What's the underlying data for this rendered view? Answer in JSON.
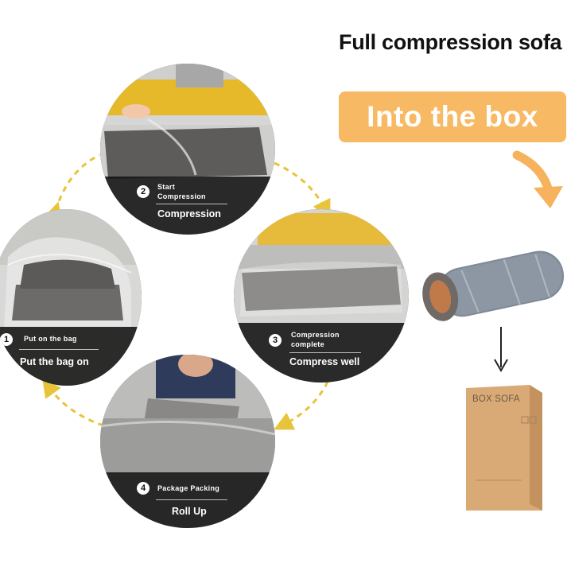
{
  "header": {
    "title": "Full compression sofa",
    "banner": "Into the box"
  },
  "steps": [
    {
      "number": "1",
      "small_label": "Put on the bag",
      "caption": "Put the bag on"
    },
    {
      "number": "2",
      "small_label": "Start Compression",
      "caption": "Compression"
    },
    {
      "number": "3",
      "small_label": "Compression complete",
      "caption": "Compress well"
    },
    {
      "number": "4",
      "small_label": "Package Packing",
      "caption": "Roll Up"
    }
  ],
  "box": {
    "label": "BOX SOFA"
  },
  "colors": {
    "banner": "#f7b963",
    "arrow": "#f6b25c",
    "dashed_arrows": "#e8c43a",
    "box": "#d9aa76"
  }
}
